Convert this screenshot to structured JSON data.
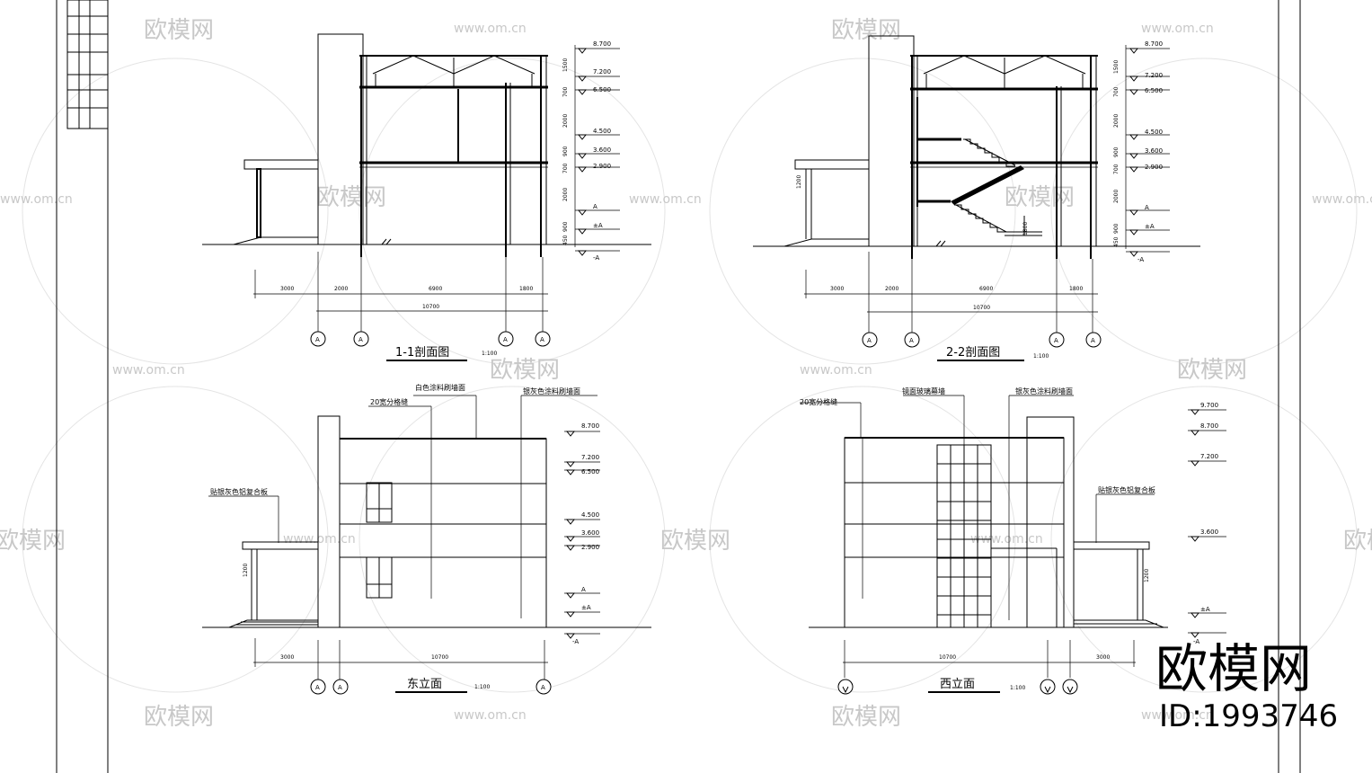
{
  "watermark": {
    "brand": "欧模网",
    "url": "www.om.cn",
    "large_brand": "欧模网",
    "id_text": "ID:1993746"
  },
  "section_1": {
    "title": "1-1剖面图",
    "scale": "1:100",
    "elevations": [
      "8.700",
      "7.200",
      "6.500",
      "4.500",
      "3.600",
      "2.900",
      "A",
      "±A",
      "-A"
    ],
    "vertical_dims": [
      "1500",
      "700",
      "2000",
      "900",
      "700",
      "2000",
      "900",
      "450"
    ],
    "horizontal_dims": [
      "3000",
      "2000",
      "6900",
      "1800"
    ],
    "total_dim": "10700",
    "axis_labels": [
      "A",
      "A",
      "A",
      "A"
    ]
  },
  "section_2": {
    "title": "2-2剖面图",
    "scale": "1:100",
    "elevations": [
      "8.700",
      "7.200",
      "6.500",
      "4.500",
      "3.600",
      "2.900",
      "A",
      "±A",
      "-A"
    ],
    "vertical_dims": [
      "1500",
      "700",
      "2000",
      "900",
      "700",
      "2000",
      "900",
      "450"
    ],
    "horizontal_dims": [
      "3000",
      "2000",
      "6900",
      "1800"
    ],
    "total_dim": "10700",
    "stair_dim": "1800",
    "canopy_dim": "1200",
    "axis_labels": [
      "A",
      "A",
      "A",
      "A"
    ]
  },
  "east_elevation": {
    "title": "东立面",
    "scale": "1:100",
    "notes": [
      "白色涂料刷墙面",
      "20宽分格缝",
      "银灰色涂料刷墙面",
      "贴银灰色铝复合板"
    ],
    "elevations": [
      "8.700",
      "7.200",
      "6.500",
      "4.500",
      "3.600",
      "2.900",
      "A",
      "±A",
      "-A"
    ],
    "horizontal_dims": [
      "3000",
      "10700"
    ],
    "canopy_dim": "1200",
    "axis_labels": [
      "A",
      "A",
      "A"
    ]
  },
  "west_elevation": {
    "title": "西立面",
    "scale": "1:100",
    "notes": [
      "20宽分格缝",
      "镜面玻璃幕墙",
      "银灰色涂料刷墙面",
      "贴银灰色铝复合板"
    ],
    "elevations": [
      "9.700",
      "8.700",
      "7.200",
      "3.600",
      "±A",
      "-A"
    ],
    "horizontal_dims": [
      "10700",
      "3000"
    ],
    "canopy_dim": "1200"
  }
}
